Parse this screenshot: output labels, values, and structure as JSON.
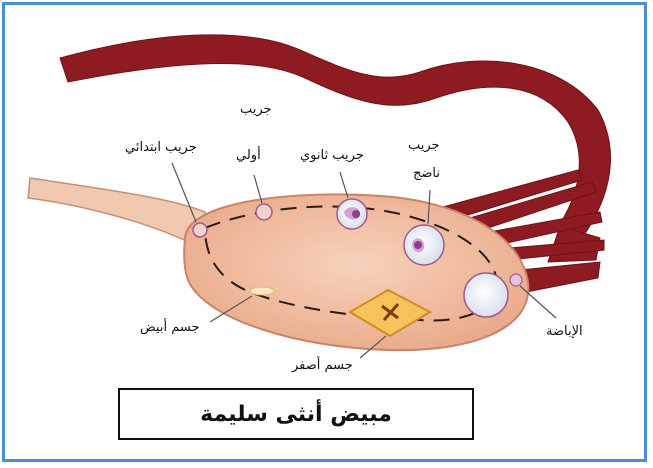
{
  "labels": {
    "primordial_follicle": "جريب ابتدائي",
    "primary_follicle_line1": "جريب",
    "primary_follicle_line2": "أولي",
    "secondary_follicle": "جريب ثانوي",
    "mature_follicle_line1": "جريب",
    "mature_follicle_line2": "ناضج",
    "ovulation": "الإباضة",
    "corpus_albicans": "جسم أبيض",
    "corpus_luteum": "جسم أصفر"
  },
  "caption": "مبيض أنثى سليمة",
  "colors": {
    "frame_border": "#4a8fd6",
    "ovary_fill": "#f2c4a6",
    "tube": "#8e1b22",
    "ligament": "#f0c9b0",
    "follicle_stroke": "#a25a8a",
    "corpus_luteum": "#f6c25a"
  }
}
